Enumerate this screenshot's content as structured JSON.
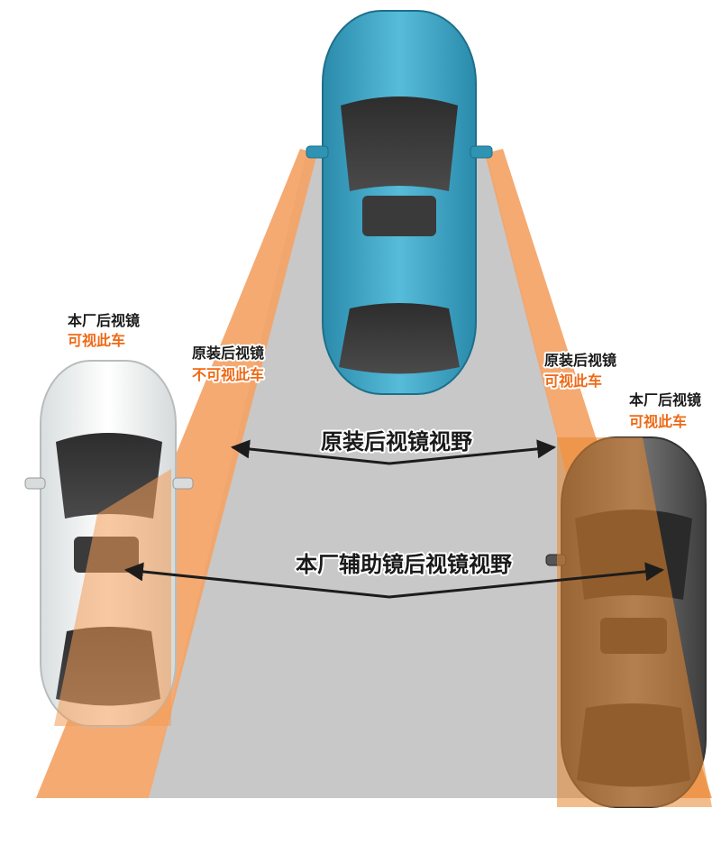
{
  "colors": {
    "background": "#ffffff",
    "road": "#c8c8c8",
    "original_mirror_zone": "#f7b37c",
    "aux_mirror_zone": "#f29a55",
    "main_car_body": "#3fa8c7",
    "left_car_body": "#f4f6f6",
    "right_car_body": "#5a5a5a",
    "right_car_tint": "#e8872e",
    "arrow": "#1c1c1c",
    "label_dark": "#1a1a1a",
    "label_orange": "#ee6a16"
  },
  "labels": {
    "left_aux_title": "本厂后视镜",
    "left_aux_status": "可视此车",
    "left_orig_title": "原装后视镜",
    "left_orig_status": "不可视此车",
    "right_orig_title": "原装后视镜",
    "right_orig_status": "可视此车",
    "right_aux_title": "本厂后视镜",
    "right_aux_status": "可视此车"
  },
  "arrows": {
    "original_fov_label": "原装后视镜视野",
    "aux_fov_label": "本厂辅助镜后视镜视野"
  },
  "icons": {
    "main_car": "car-top-view-icon",
    "left_car": "car-top-view-icon",
    "right_car": "car-top-view-icon"
  }
}
